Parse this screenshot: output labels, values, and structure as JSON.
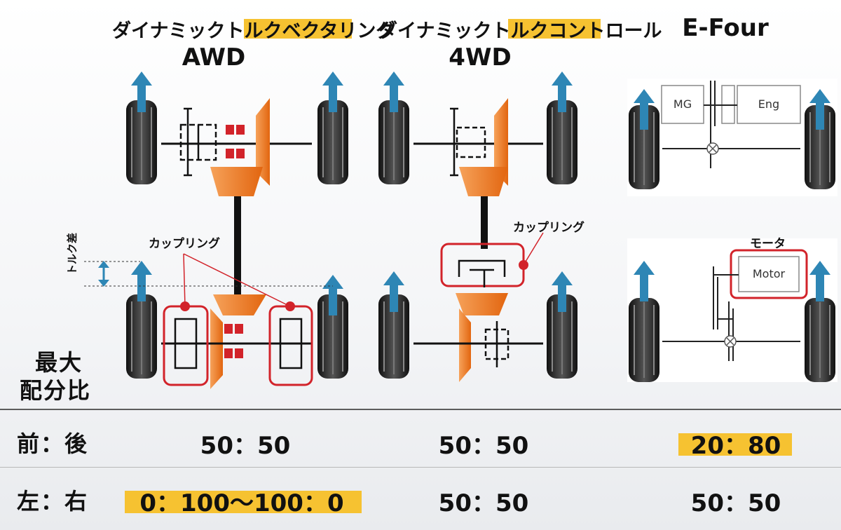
{
  "columns": [
    {
      "title": "ダイナミックトルクベクタリング",
      "subtitle": "AWD"
    },
    {
      "title": "ダイナミックトルクコントロール",
      "subtitle": "4WD"
    },
    {
      "title": "E-Four",
      "subtitle": ""
    }
  ],
  "annotations": {
    "coupling_awd": "カップリング",
    "coupling_4wd": "カップリング",
    "torque_diff": "トルク差",
    "motor_label": "モータ",
    "mg": "MG",
    "eng": "Eng",
    "motor_box": "Motor"
  },
  "table": {
    "header": "最大配分比",
    "header_line1": "最大",
    "header_line2": "配分比",
    "rows": [
      {
        "label": "前：後",
        "values": [
          "50：50",
          "50：50",
          "20：80"
        ],
        "highlight": [
          false,
          false,
          true
        ]
      },
      {
        "label": "左：右",
        "values": [
          "0：100〜100：0",
          "50：50",
          "50：50"
        ],
        "highlight": [
          true,
          false,
          false
        ]
      }
    ]
  },
  "colors": {
    "highlight": "#f6c231",
    "arrow": "#2e86b5",
    "gear": "#f07a22",
    "coupling": "#d2232a",
    "tire": "#2a2a2a"
  }
}
